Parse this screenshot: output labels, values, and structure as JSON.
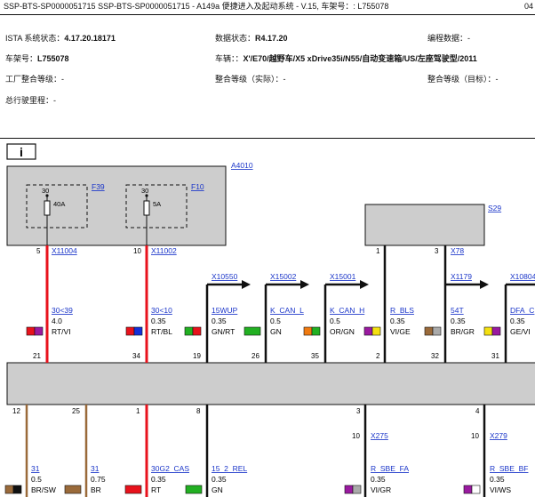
{
  "header": {
    "title": "SSP-BTS-SP0000051715  SSP-BTS-SP0000051715 - A149a 便捷进入及起动系统 - V.15, 车架号：: L755078",
    "page_fragment": "04"
  },
  "info": {
    "ista_label": "ISTA 系统状态：",
    "ista_value": "4.17.20.18171",
    "data_label": "数据状态：",
    "data_value": "R4.17.20",
    "prog_label": "编程数据：-",
    "vin_label": "车架号：",
    "vin_value": "L755078",
    "vehicle_label": "车辆：：",
    "vehicle_value": "X'/E70/越野车/X5  xDrive35i/N55/自动变速箱/US/左座驾驶型/2011",
    "factory_label": "工厂整合等级：-",
    "actual_label": "整合等级（实际）：-",
    "target_label": "整合等级（目标）：-",
    "mileage_label": "总行驶里程：-"
  },
  "diagram": {
    "info_icon": "i",
    "module_top": {
      "name": "A4010"
    },
    "fuses": [
      {
        "id": "F39",
        "pin": "30",
        "rating": "40A"
      },
      {
        "id": "F10",
        "pin": "30",
        "rating": "5A"
      }
    ],
    "module_right": {
      "name": "S29"
    },
    "top_wires": [
      {
        "connector_pin": "5",
        "connector": "X11004",
        "signal": "30<39",
        "size": "4.0",
        "color_code": "RT/VI",
        "module_pin": "21",
        "swatch": [
          "#e8121c",
          "#9a1aa0"
        ]
      },
      {
        "connector_pin": "10",
        "connector": "X11002",
        "signal": "30<10",
        "size": "0.35",
        "color_code": "RT/BL",
        "module_pin": "34",
        "swatch": [
          "#e8121c",
          "#1530d8"
        ]
      },
      {
        "connector": "X10550",
        "signal": "15WUP",
        "size": "0.35",
        "color_code": "GN/RT",
        "module_pin": "19",
        "swatch": [
          "#22b022",
          "#e8121c"
        ]
      },
      {
        "connector": "X15002",
        "signal": "K_CAN_L",
        "size": "0.5",
        "color_code": "GN",
        "module_pin": "26",
        "swatch": [
          "#22b022",
          "#22b022"
        ]
      },
      {
        "connector": "X15001",
        "signal": "K_CAN_H",
        "size": "0.5",
        "color_code": "OR/GN",
        "module_pin": "35",
        "swatch": [
          "#f07a10",
          "#22b022"
        ]
      },
      {
        "connector_pin": "1",
        "signal": "R_BLS",
        "size": "0.35",
        "color_code": "VI/GE",
        "module_pin": "2",
        "swatch": [
          "#9a1aa0",
          "#f4e010"
        ]
      },
      {
        "connector_pin": "3",
        "connector": "X78",
        "branch_connector": "X1179",
        "signal": "54T",
        "size": "0.35",
        "color_code": "BR/GR",
        "module_pin": "32",
        "swatch": [
          "#9a6a3a",
          "#aaaaaa"
        ]
      },
      {
        "connector": "X10804",
        "signal": "DFA_C",
        "size": "0.35",
        "color_code": "GE/VI",
        "module_pin": "31",
        "swatch": [
          "#f4e010",
          "#9a1aa0"
        ]
      }
    ],
    "bottom_wires": [
      {
        "module_pin": "12",
        "signal": "31",
        "size": "0.5",
        "color_code": "BR/SW",
        "swatch": [
          "#9a6a3a",
          "#111111"
        ]
      },
      {
        "module_pin": "25",
        "signal": "31",
        "size": "0.75",
        "color_code": "BR",
        "swatch": [
          "#9a6a3a",
          "#9a6a3a"
        ]
      },
      {
        "module_pin": "1",
        "signal": "30G2_CAS",
        "size": "0.35",
        "color_code": "RT",
        "swatch": [
          "#e8121c",
          "#e8121c"
        ]
      },
      {
        "module_pin": "8",
        "signal": "15_2_REL",
        "size": "0.35",
        "color_code": "GN",
        "swatch": [
          "#22b022",
          "#22b022"
        ]
      },
      {
        "module_pin": "3",
        "connector_pin": "10",
        "connector": "X275",
        "signal": "R_SBE_FA",
        "size": "0.35",
        "color_code": "VI/GR",
        "swatch": [
          "#9a1aa0",
          "#aaaaaa"
        ]
      },
      {
        "module_pin": "4",
        "connector_pin": "10",
        "connector": "X279",
        "signal": "R_SBE_BF",
        "size": "0.35",
        "color_code": "VI/WS",
        "swatch": [
          "#9a1aa0",
          "#ffffff"
        ]
      }
    ]
  }
}
